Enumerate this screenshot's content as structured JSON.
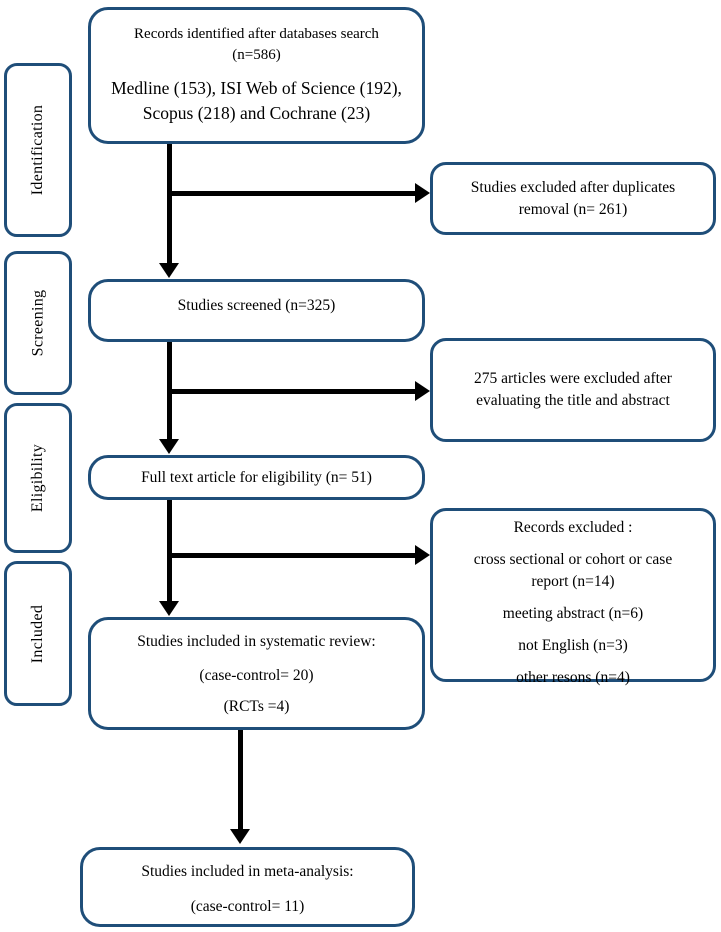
{
  "diagram": {
    "stages": [
      {
        "label": "Identification"
      },
      {
        "label": "Screening"
      },
      {
        "label": "Eligibility"
      },
      {
        "label": "Included"
      }
    ],
    "main_boxes": {
      "records_identified": {
        "line1": "Records identified after databases search (n=586)",
        "line2": "Medline (153), ISI Web of Science (192), Scopus (218) and Cochrane (23)"
      },
      "studies_screened": {
        "line1": "Studies screened (n=325)"
      },
      "full_text_eligibility": {
        "line1": "Full text article for eligibility (n= 51)"
      },
      "systematic_review": {
        "line1": "Studies included in systematic review:",
        "line2": "(case-control= 20)",
        "line3": "(RCTs =4)"
      },
      "meta_analysis": {
        "line1": "Studies included in meta-analysis:",
        "line2": "(case-control= 11)"
      }
    },
    "exclusion_boxes": {
      "duplicates": {
        "line1": "Studies excluded after duplicates removal (n= 261)"
      },
      "title_abstract": {
        "line1": "275 articles were excluded after evaluating the title and abstract"
      },
      "records_excluded": {
        "header": "Records excluded :",
        "items": [
          "cross sectional or cohort or case report (n=14)",
          "meeting abstract (n=6)",
          "not English (n=3)",
          "other resons (n=4)"
        ]
      }
    },
    "colors": {
      "border": "#1f4e79",
      "arrow": "#000000",
      "text": "#000000",
      "background": "#ffffff"
    }
  }
}
